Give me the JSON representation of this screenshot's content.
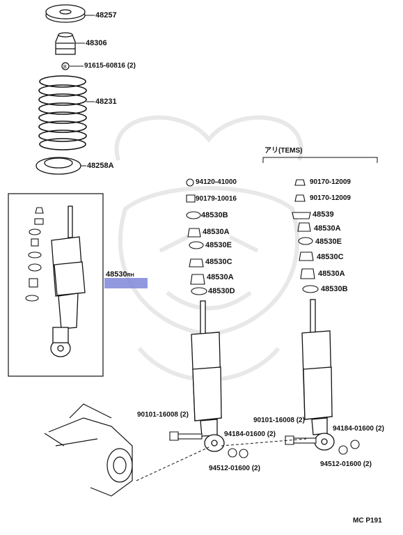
{
  "labels": {
    "p48257": "48257",
    "p48306": "48306",
    "p91615": "91615-60816 (2)",
    "p48231": "48231",
    "p48258A": "48258A",
    "p48530": "48530",
    "p48530_suffix": "RH",
    "tems": "アリ(TEMS)",
    "L_94120": "94120-41000",
    "L_90179": "90179-10016",
    "L_48530B": "48530B",
    "L_48530A_1": "48530A",
    "L_48530E": "48530E",
    "L_48530C": "48530C",
    "L_48530A_2": "48530A",
    "L_48530D": "48530D",
    "R_90170_1": "90170-12009",
    "R_90170_2": "90170-12009",
    "R_48539": "48539",
    "R_48530A_1": "48530A",
    "R_48530E": "48530E",
    "R_48530C": "48530C",
    "R_48530A_2": "48530A",
    "R_48530B": "48530B",
    "L_90101": "90101-16008 (2)",
    "L_94184": "94184-01600 (2)",
    "L_94512": "94512-01600 (2)",
    "R_90101": "90101-16008 (2)",
    "R_94184": "94184-01600 (2)",
    "R_94512": "94512-01600 (2)",
    "code": "MC P191"
  },
  "colors": {
    "line": "#111111",
    "highlight": "#7f86d8",
    "watermark": "#e6e6e6"
  }
}
